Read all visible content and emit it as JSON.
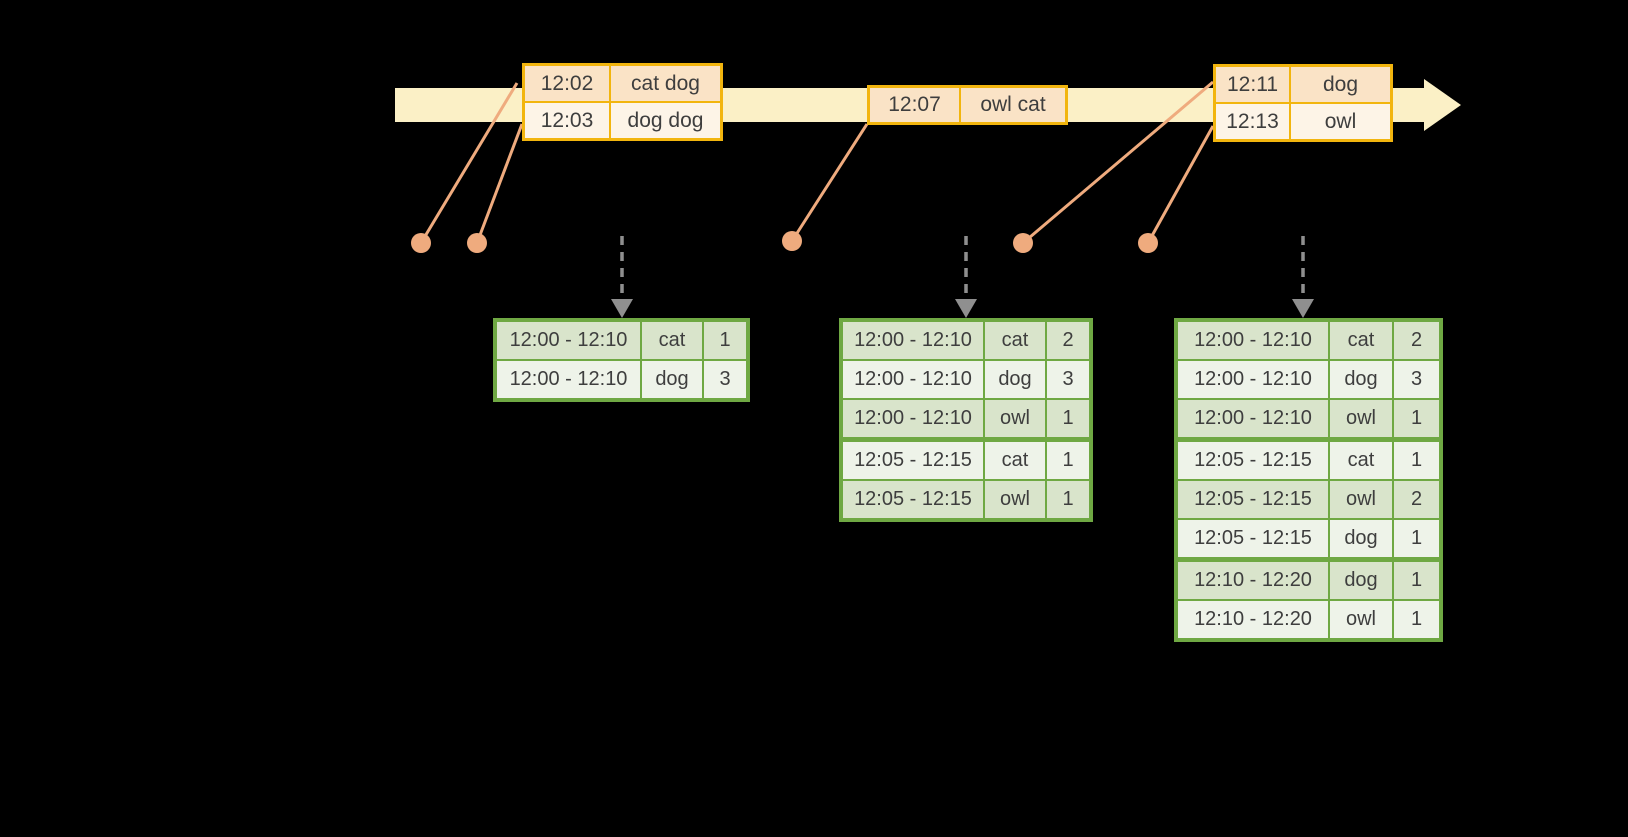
{
  "colors": {
    "background": "#000000",
    "timeline_fill": "#fbf0c6",
    "event_table_border": "#f2b50e",
    "event_row_dark": "#fae3c6",
    "event_row_light": "#fdf4e7",
    "connector_salmon": "#efab7e",
    "result_table_border": "#6fa843",
    "result_row_dark": "#d9e4cb",
    "result_row_light": "#eef3e9",
    "dashed_arrow_gray": "#8f8f8f",
    "text": "#3e3e3e"
  },
  "icons": {
    "timeline_arrowhead": "right-pointing solid triangle",
    "dashed_down_arrow": "vertical gray dashed line with down arrowhead",
    "event_dot": "filled salmon circle marker"
  },
  "event_tables": [
    {
      "id": "event-table-1",
      "rows": [
        [
          "12:02",
          "cat dog"
        ],
        [
          "12:03",
          "dog dog"
        ]
      ]
    },
    {
      "id": "event-table-2",
      "rows": [
        [
          "12:07",
          "owl cat"
        ]
      ]
    },
    {
      "id": "event-table-3",
      "rows": [
        [
          "12:11",
          "dog"
        ],
        [
          "12:13",
          "owl"
        ]
      ]
    }
  ],
  "result_tables": [
    {
      "id": "result-table-1",
      "group_breaks": [],
      "rows": [
        [
          "12:00 - 12:10",
          "cat",
          "1"
        ],
        [
          "12:00 - 12:10",
          "dog",
          "3"
        ]
      ]
    },
    {
      "id": "result-table-2",
      "group_breaks": [
        3
      ],
      "rows": [
        [
          "12:00 - 12:10",
          "cat",
          "2"
        ],
        [
          "12:00 - 12:10",
          "dog",
          "3"
        ],
        [
          "12:00 - 12:10",
          "owl",
          "1"
        ],
        [
          "12:05 - 12:15",
          "cat",
          "1"
        ],
        [
          "12:05 - 12:15",
          "owl",
          "1"
        ]
      ]
    },
    {
      "id": "result-table-3",
      "group_breaks": [
        3,
        6
      ],
      "rows": [
        [
          "12:00 - 12:10",
          "cat",
          "2"
        ],
        [
          "12:00 - 12:10",
          "dog",
          "3"
        ],
        [
          "12:00 - 12:10",
          "owl",
          "1"
        ],
        [
          "12:05 - 12:15",
          "cat",
          "1"
        ],
        [
          "12:05 - 12:15",
          "owl",
          "2"
        ],
        [
          "12:05 - 12:15",
          "dog",
          "1"
        ],
        [
          "12:10 - 12:20",
          "dog",
          "1"
        ],
        [
          "12:10 - 12:20",
          "owl",
          "1"
        ]
      ]
    }
  ]
}
